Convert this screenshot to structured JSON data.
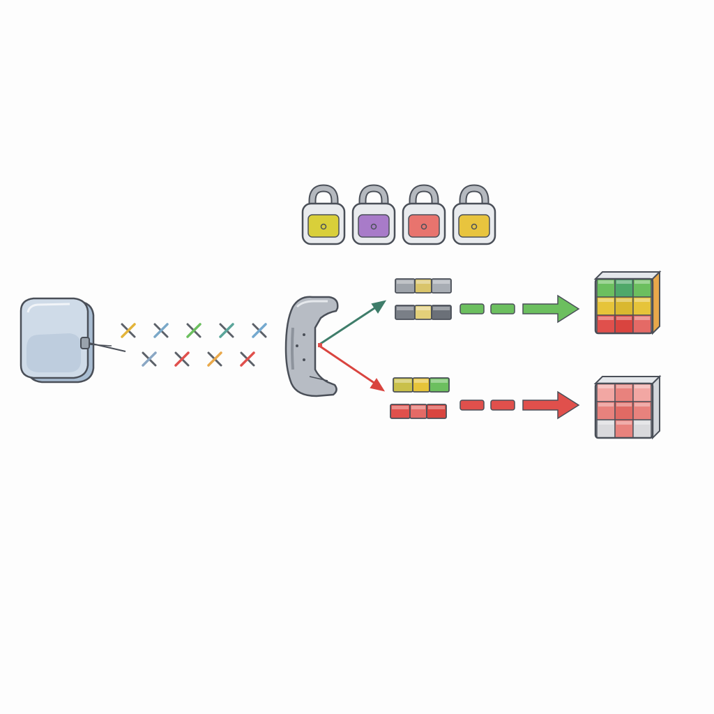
{
  "colors": {
    "outline": "#4a4f58",
    "source_light": "#cfdbe8",
    "source_mid": "#a9bdd2",
    "source_dark": "#7f95ad",
    "splitter": "#b7bcc4",
    "splitter_dark": "#8d939c",
    "lock_body": "#e9ebee",
    "lock_shackle": "#b5b9bf",
    "green": "#6cbf5f",
    "red": "#e0504c",
    "teal_arrow": "#3f7d6a",
    "red_arrow": "#d9443f",
    "yellow": "#e6c43a",
    "orange": "#e9a84a",
    "gray_block": "#9ea3aa",
    "dark_block": "#6b7078"
  },
  "locks": [
    {
      "name": "lock-yellow",
      "accent": "#d9cf3a"
    },
    {
      "name": "lock-purple",
      "accent": "#a87bc9"
    },
    {
      "name": "lock-red",
      "accent": "#e8746e"
    },
    {
      "name": "lock-yellow-2",
      "accent": "#e8c43e"
    }
  ],
  "photons": {
    "row1": [
      "#e3b43a",
      "#7aa8c8",
      "#6cbf5f",
      "#5aa59a",
      "#74a9cf"
    ],
    "row2": [
      "#8aa7c4",
      "#e0504c",
      "#e9a84a",
      "#e0504c"
    ]
  },
  "top_branch": {
    "blocks": [
      {
        "segments": [
          "#9ea3aa",
          "#d9c46a",
          "#a8adb4"
        ]
      },
      {
        "segments": [
          "#7a7f87",
          "#e3d07a",
          "#6b7078"
        ]
      }
    ]
  },
  "bottom_branch": {
    "blocks": [
      {
        "segments": [
          "#c9c04a",
          "#e6c43a",
          "#6cbf5f"
        ]
      },
      {
        "segments": [
          "#e0504c",
          "#e46a66",
          "#d9443f"
        ]
      }
    ]
  },
  "cubes": {
    "top": {
      "rows": [
        [
          "#6cbf5f",
          "#4fa86a",
          "#6cbf5f"
        ],
        [
          "#e6c43a",
          "#d9b830",
          "#e6c43a"
        ],
        [
          "#e0504c",
          "#d9443f",
          "#e46a66"
        ]
      ],
      "side": "#e9a84a"
    },
    "bottom": {
      "rows": [
        [
          "#f2a7a3",
          "#e8827d",
          "#f2a7a3"
        ],
        [
          "#e8827d",
          "#e06a64",
          "#e8827d"
        ],
        [
          "#d9d9dc",
          "#e8827d",
          "#d9d9dc"
        ]
      ],
      "side": "#d3d6db"
    }
  }
}
